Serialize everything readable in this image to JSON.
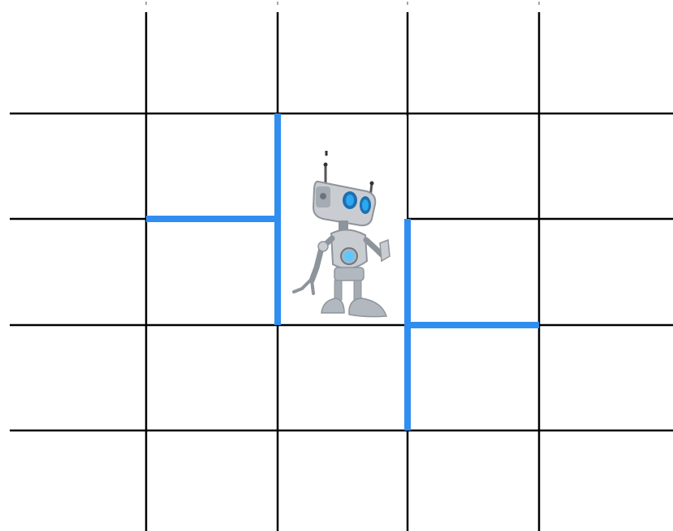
{
  "grid": {
    "columns": 5,
    "rows": 5,
    "line_color": "#000000",
    "wall_color": "#2F8EF0"
  },
  "robot": {
    "icon": "robot-icon",
    "cell": {
      "col": 2,
      "row": 1
    },
    "colors": {
      "body": "#C9CDD2",
      "shade": "#8E949B",
      "eye": "#2AA8F2",
      "core": "#5FC7FF"
    }
  },
  "walls": [
    {
      "name": "wall-robot-left",
      "orientation": "vertical",
      "line": 2,
      "from": 1,
      "to": 3
    },
    {
      "name": "wall-upper-left-shelf",
      "orientation": "horizontal",
      "line": 2,
      "from": 1,
      "to": 2
    },
    {
      "name": "wall-robot-right",
      "orientation": "vertical",
      "line": 3,
      "from": 2,
      "to": 4
    },
    {
      "name": "wall-lower-right-shelf",
      "orientation": "horizontal",
      "line": 3,
      "from": 3,
      "to": 4
    }
  ]
}
